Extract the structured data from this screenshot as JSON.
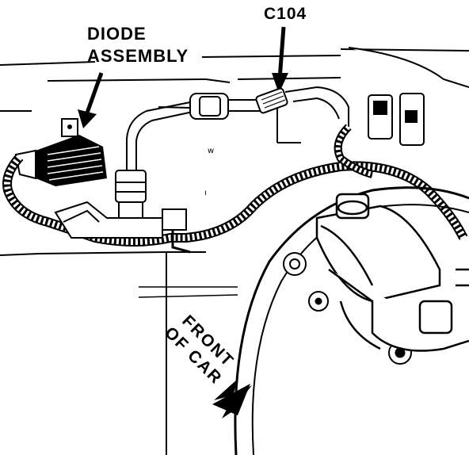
{
  "labels": {
    "diode_line1": "DIODE",
    "diode_line2": "ASSEMBLY",
    "connector": "C104",
    "front_line1": "FRONT",
    "front_line2": "OF CAR"
  },
  "icons": [
    "diode-assembly-icon",
    "connector-c104-icon",
    "brake-booster-icon",
    "master-cylinder-icon",
    "wiring-harness-icon",
    "front-arrow-icon"
  ],
  "colors": {
    "ink": "#000000",
    "paper": "#ffffff"
  }
}
